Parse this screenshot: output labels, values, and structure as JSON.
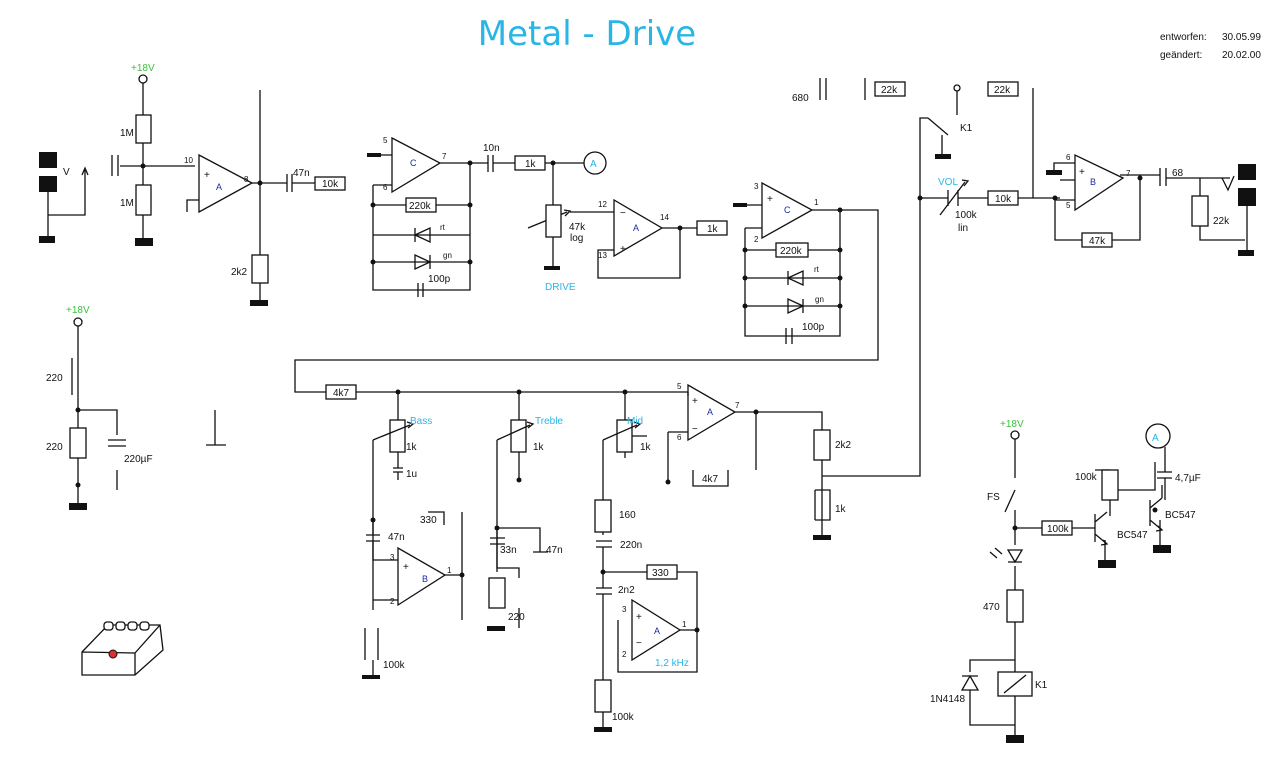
{
  "title": "Metal - Drive",
  "header": {
    "designed_label": "entworfen:",
    "designed_date": "30.05.99",
    "changed_label": "geändert:",
    "changed_date": "20.02.00"
  },
  "colors": {
    "title": "#29b6e6",
    "supply": "#3ec13e",
    "opamp_letter": "#1a2aa0",
    "ink": "#111111"
  },
  "supply_labels": [
    "+18V",
    "+18V",
    "+18V"
  ],
  "meter_label": "A",
  "opamp_letters": {
    "a": "A",
    "b": "B",
    "c": "C"
  },
  "opamp_signs": {
    "plus": "+",
    "minus": "−"
  },
  "input_stage": {
    "r_top": "1M",
    "r_bottom": "1M",
    "r_load": "2k2",
    "c_out": "47n",
    "r_out": "10k",
    "pin_in": "10",
    "pin_out": "8",
    "jack_label": "V"
  },
  "drive_stage": {
    "pins": [
      "5",
      "6",
      "7"
    ],
    "r_fb": "220k",
    "d1": "rt",
    "d2": "gn",
    "c_fb": "100p",
    "c_in": "10n",
    "r_in": "1k",
    "pot": "47k",
    "pot_taper": "log",
    "pot_name": "DRIVE"
  },
  "buffer_stage": {
    "pins": [
      "12",
      "13",
      "14"
    ],
    "r_out": "1k"
  },
  "clip_stage": {
    "pins": [
      "3",
      "2",
      "1"
    ],
    "r_fb": "220k",
    "d1": "rt",
    "d2": "gn",
    "c_fb": "100p"
  },
  "tone_stack": {
    "r_in": "4k7",
    "bass_name": "Bass",
    "bass_pot": "1k",
    "bass_c": "1u",
    "treble_name": "Treble",
    "treble_pot": "1k",
    "mid_name": "Mid",
    "mid_pot": "1k",
    "sum_pins": [
      "5",
      "6",
      "7"
    ],
    "r_sum": "4k7",
    "r_out": "2k2",
    "r_gnd": "1k",
    "bass_cap": "47n",
    "bass_r": "330",
    "bass_pins": [
      "3",
      "2",
      "1"
    ],
    "bass_r_gnd": "100k",
    "treble_c1": "33n",
    "treble_c2": "47n",
    "treble_r": "220",
    "mid_r": "160",
    "mid_c": "220n",
    "mid_c2": "2n2",
    "mid_fb": "330",
    "mid_pins": [
      "3",
      "2",
      "1"
    ],
    "mid_freq": "1,2 kHz",
    "mid_r_gnd": "100k"
  },
  "output_stage": {
    "pot_name": "VOL",
    "pot": "100k",
    "pot_taper": "lin",
    "r_in": "10k",
    "relay": "K1",
    "pins": [
      "6",
      "5",
      "7"
    ],
    "r_fb": "47k",
    "c_out": "68",
    "r_out": "22k",
    "top_labels": [
      "680",
      "22k",
      "22k"
    ]
  },
  "supply_filter": {
    "r": "220",
    "r2": "220",
    "c": "220µF"
  },
  "indicator": {
    "switch": "FS",
    "r_led": "470",
    "relay": "K1",
    "diode": "1N4148",
    "r_base": "100k",
    "r_coll": "100k",
    "c_out": "4,7µF",
    "q1": "BC547",
    "q2": "BC547"
  }
}
